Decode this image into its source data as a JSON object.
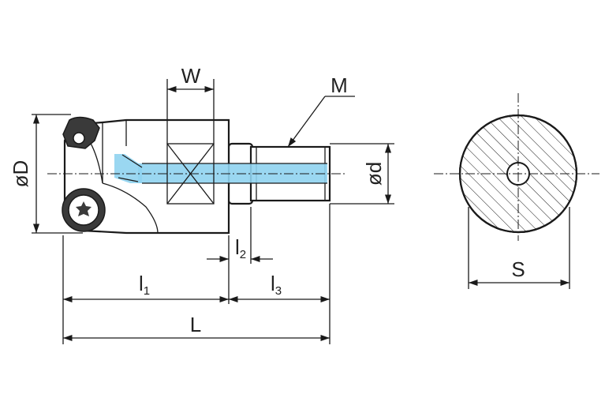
{
  "labels": {
    "W": "W",
    "M": "M",
    "oD": "øD",
    "od": "ød",
    "l2_main": "l",
    "l2_sub": "2",
    "l1_main": "l",
    "l1_sub": "1",
    "l3_main": "l",
    "l3_sub": "3",
    "L": "L",
    "S": "S"
  },
  "colors": {
    "coolant": "#8fd3f0",
    "line": "#1a1a1a",
    "insert": "#3a3a3a"
  }
}
